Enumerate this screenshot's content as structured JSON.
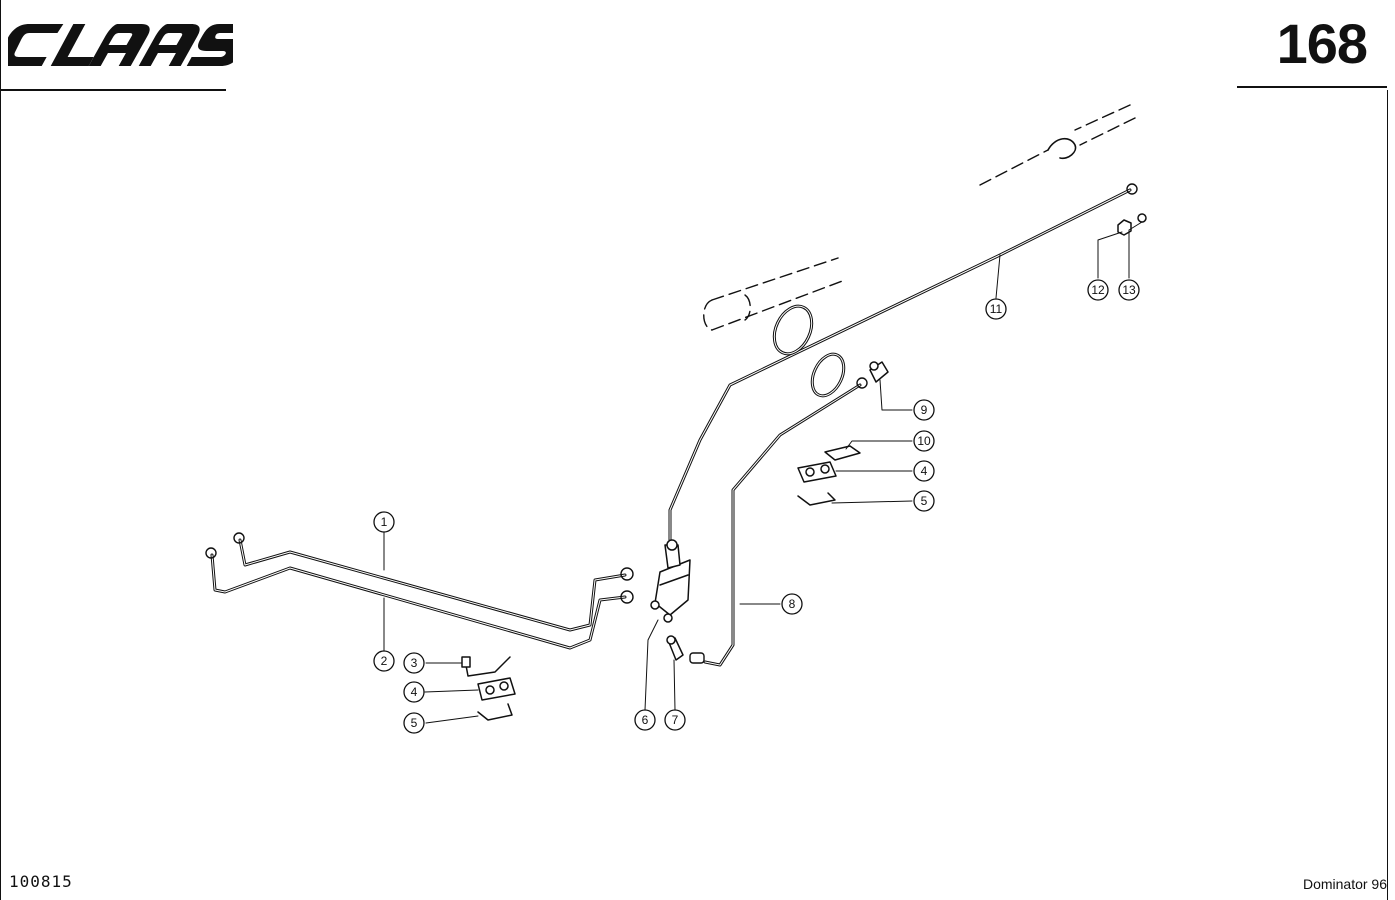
{
  "header": {
    "brand": "CLAAS",
    "page_number": "168"
  },
  "footer": {
    "document_number": "100815",
    "model": "Dominator 96"
  },
  "callouts": {
    "c1": "1",
    "c2": "2",
    "c3": "3",
    "c4a": "4",
    "c5a": "5",
    "c6": "6",
    "c7": "7",
    "c8": "8",
    "c9": "9",
    "c10": "10",
    "c4b": "4",
    "c5b": "5",
    "c11": "11",
    "c12": "12",
    "c13": "13"
  }
}
